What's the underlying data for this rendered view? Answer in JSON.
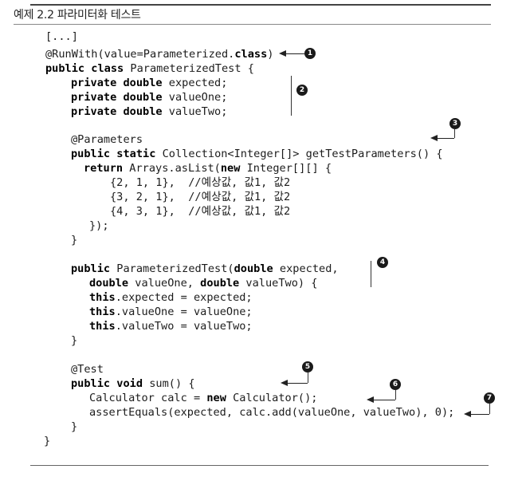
{
  "caption": "예제 2.2 파라미터화 테스트",
  "code_lines": [
    [
      {
        "t": "[...]"
      }
    ],
    [
      {
        "t": "@RunWith(value=Parameterized."
      },
      {
        "t": "class",
        "b": true
      },
      {
        "t": ")"
      }
    ],
    [
      {
        "t": "public class",
        "b": true
      },
      {
        "t": " ParameterizedTest {"
      }
    ],
    [
      {
        "t": "private double",
        "b": true
      },
      {
        "t": " expected;"
      }
    ],
    [
      {
        "t": "private double",
        "b": true
      },
      {
        "t": " valueOne;"
      }
    ],
    [
      {
        "t": "private double",
        "b": true
      },
      {
        "t": " valueTwo;"
      }
    ],
    [
      {
        "t": "@Parameters"
      }
    ],
    [
      {
        "t": "public static",
        "b": true
      },
      {
        "t": " Collection<Integer[]> getTestParameters() {"
      }
    ],
    [
      {
        "t": "return",
        "b": true
      },
      {
        "t": " Arrays.asList("
      },
      {
        "t": "new",
        "b": true
      },
      {
        "t": " Integer[][] {"
      }
    ],
    [
      {
        "t": "{2, 1, 1},  //예상값, 값1, 값2"
      }
    ],
    [
      {
        "t": "{3, 2, 1},  //예상값, 값1, 값2"
      }
    ],
    [
      {
        "t": "{4, 3, 1},  //예상값, 값1, 값2"
      }
    ],
    [
      {
        "t": "});"
      }
    ],
    [
      {
        "t": "}"
      }
    ],
    [
      {
        "t": "public",
        "b": true
      },
      {
        "t": " ParameterizedTest("
      },
      {
        "t": "double",
        "b": true
      },
      {
        "t": " expected,"
      }
    ],
    [
      {
        "t": "double",
        "b": true
      },
      {
        "t": " valueOne, "
      },
      {
        "t": "double",
        "b": true
      },
      {
        "t": " valueTwo) {"
      }
    ],
    [
      {
        "t": "this",
        "b": true
      },
      {
        "t": ".expected = expected;"
      }
    ],
    [
      {
        "t": "this",
        "b": true
      },
      {
        "t": ".valueOne = valueOne;"
      }
    ],
    [
      {
        "t": "this",
        "b": true
      },
      {
        "t": ".valueTwo = valueTwo;"
      }
    ],
    [
      {
        "t": "}"
      }
    ],
    [
      {
        "t": "@Test"
      }
    ],
    [
      {
        "t": "public void",
        "b": true
      },
      {
        "t": " sum() {"
      }
    ],
    [
      {
        "t": "Calculator calc = "
      },
      {
        "t": "new",
        "b": true
      },
      {
        "t": " Calculator();"
      }
    ],
    [
      {
        "t": "assertEquals(expected, calc.add(valueOne, valueTwo), 0);"
      }
    ],
    [
      {
        "t": "}"
      }
    ],
    [
      {
        "t": "}"
      }
    ]
  ],
  "markers": [
    "1",
    "2",
    "3",
    "4",
    "5",
    "6",
    "7"
  ]
}
